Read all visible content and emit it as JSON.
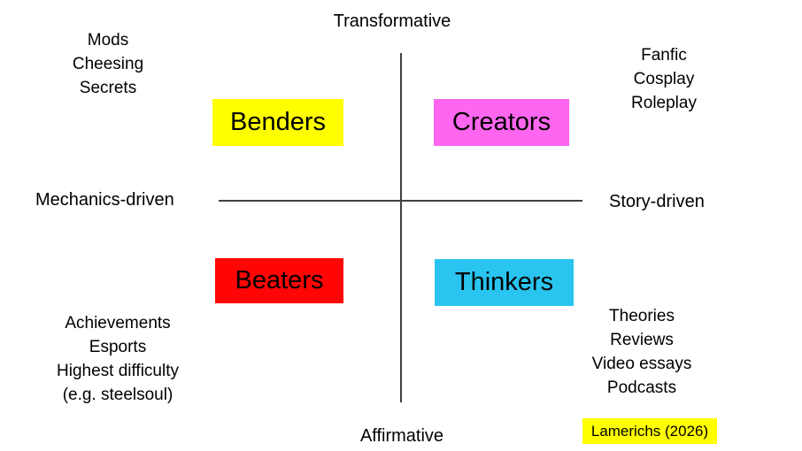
{
  "axes": {
    "top": "Transformative",
    "bottom": "Affirmative",
    "left": "Mechanics-driven",
    "right": "Story-driven",
    "line_color": "#404040"
  },
  "quadrants": {
    "top_left": {
      "label": "Benders",
      "bg": "#ffff00"
    },
    "top_right": {
      "label": "Creators",
      "bg": "#ff66f0"
    },
    "bottom_left": {
      "label": "Beaters",
      "bg": "#ff0505"
    },
    "bottom_right": {
      "label": "Thinkers",
      "bg": "#29c5f0"
    }
  },
  "corners": {
    "top_left": {
      "lines": [
        "Mods",
        "Cheesing",
        "Secrets"
      ]
    },
    "top_right": {
      "lines": [
        "Fanfic",
        "Cosplay",
        "Roleplay"
      ]
    },
    "bottom_left": {
      "lines": [
        "Achievements",
        "Esports",
        "Highest difficulty",
        "(e.g. steelsoul)"
      ]
    },
    "bottom_right": {
      "lines": [
        "Theories",
        "Reviews",
        "Video essays",
        "Podcasts"
      ]
    }
  },
  "citation": {
    "text": "Lamerichs (2026)",
    "bg": "#ffff00"
  }
}
